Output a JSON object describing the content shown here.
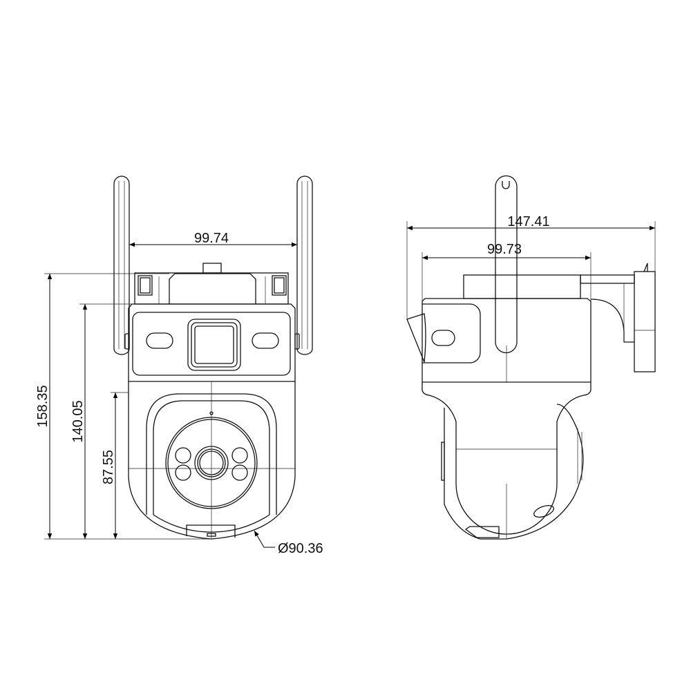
{
  "front_view": {
    "width_dimension": "99.74",
    "height_overall": "158.35",
    "height_body": "140.05",
    "height_lower": "87.55",
    "diameter": "Ø90.36"
  },
  "side_view": {
    "depth_overall": "147.41",
    "depth_body": "99.73"
  },
  "colors": {
    "line": "#111111",
    "background": "#ffffff"
  }
}
